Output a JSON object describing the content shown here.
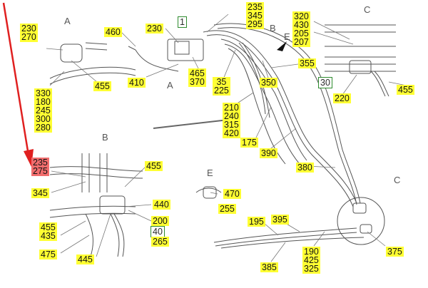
{
  "callouts": [
    {
      "id": "c230-270",
      "text": "230\n270",
      "style": "yellow"
    },
    {
      "id": "c460",
      "text": "460",
      "style": "yellow"
    },
    {
      "id": "c230-top",
      "text": "230",
      "style": "yellow"
    },
    {
      "id": "c1",
      "text": "1",
      "style": "boxed"
    },
    {
      "id": "c235-345-295",
      "text": "235\n345\n295",
      "style": "yellow"
    },
    {
      "id": "c320-group",
      "text": "320\n430\n205\n207",
      "style": "yellow"
    },
    {
      "id": "c330-group",
      "text": "330\n180\n245\n300\n280",
      "style": "yellow"
    },
    {
      "id": "c455-a",
      "text": "455",
      "style": "yellow"
    },
    {
      "id": "c410",
      "text": "410",
      "style": "yellow"
    },
    {
      "id": "c465-370",
      "text": "465\n370",
      "style": "yellow"
    },
    {
      "id": "c35-225",
      "text": "35\n225",
      "style": "yellow"
    },
    {
      "id": "c350",
      "text": "350",
      "style": "yellow"
    },
    {
      "id": "c355",
      "text": "355",
      "style": "yellow"
    },
    {
      "id": "c30",
      "text": "30",
      "style": "boxed"
    },
    {
      "id": "c220",
      "text": "220",
      "style": "yellow"
    },
    {
      "id": "c455-c",
      "text": "455",
      "style": "yellow"
    },
    {
      "id": "c210-group",
      "text": "210\n240\n315\n420",
      "style": "yellow"
    },
    {
      "id": "c175",
      "text": "175",
      "style": "yellow"
    },
    {
      "id": "c390",
      "text": "390",
      "style": "yellow"
    },
    {
      "id": "c380",
      "text": "380",
      "style": "yellow"
    },
    {
      "id": "c235-275",
      "text": "235\n275",
      "style": "selected"
    },
    {
      "id": "c345-b",
      "text": "345",
      "style": "yellow"
    },
    {
      "id": "c455-b",
      "text": "455",
      "style": "yellow"
    },
    {
      "id": "c470",
      "text": "470",
      "style": "yellow"
    },
    {
      "id": "c255",
      "text": "255",
      "style": "yellow"
    },
    {
      "id": "c440",
      "text": "440",
      "style": "yellow"
    },
    {
      "id": "c200",
      "text": "200",
      "style": "yellow"
    },
    {
      "id": "c40",
      "text": "40",
      "style": "boxed"
    },
    {
      "id": "c265",
      "text": "265",
      "style": "yellow"
    },
    {
      "id": "c455-435",
      "text": "455\n435",
      "style": "yellow"
    },
    {
      "id": "c475",
      "text": "475",
      "style": "yellow"
    },
    {
      "id": "c445",
      "text": "445",
      "style": "yellow"
    },
    {
      "id": "c195",
      "text": "195",
      "style": "yellow"
    },
    {
      "id": "c395",
      "text": "395",
      "style": "yellow"
    },
    {
      "id": "c375",
      "text": "375",
      "style": "yellow"
    },
    {
      "id": "c385",
      "text": "385",
      "style": "yellow"
    },
    {
      "id": "c190-group",
      "text": "190\n425\n325",
      "style": "yellow"
    }
  ],
  "view_labels": {
    "a1": "A",
    "a2": "A",
    "b1": "B",
    "b2": "B",
    "c1": "C",
    "c2": "C",
    "e1": "E",
    "e2": "E"
  },
  "colors": {
    "highlight": "#ffff33",
    "selected": "#f26d6d",
    "arrow": "#e02020",
    "line": "#4a4a4a",
    "box_border": "#2e8b2e"
  }
}
